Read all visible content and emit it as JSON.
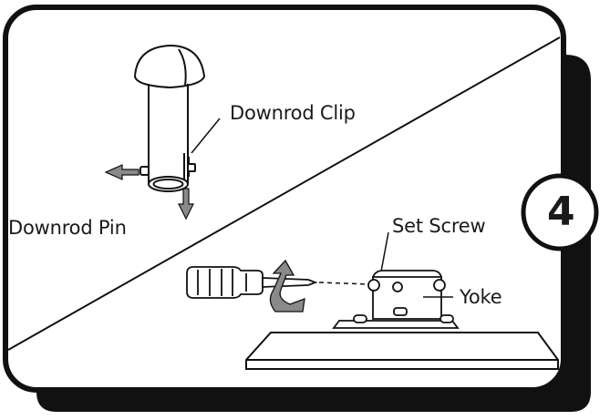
{
  "step": {
    "number": "4"
  },
  "labels": {
    "downrod_clip": "Downrod Clip",
    "downrod_pin": "Downrod Pin",
    "set_screw": "Set Screw",
    "yoke": "Yoke"
  },
  "colors": {
    "ink": "#1a1a1a",
    "shadow": "#111111",
    "arrow_gray": "#8a8a8a",
    "background": "#ffffff"
  }
}
